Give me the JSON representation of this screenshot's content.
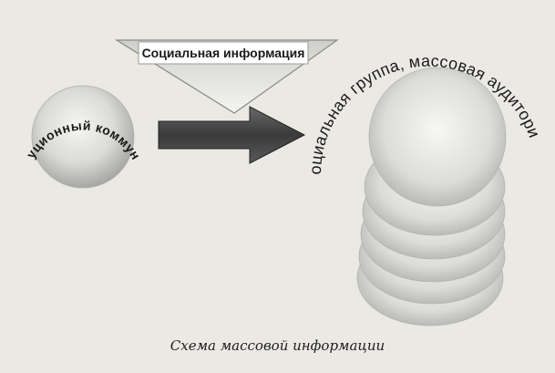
{
  "diagram": {
    "source_label": "Институционный коммуникатор",
    "channel_label": "Социальная информация",
    "target_label": "Социальная группа, массовая аудитория",
    "caption": "Схема массовой информации",
    "audience_layers": 6
  },
  "colors": {
    "background": "#ebe9e4",
    "ink": "#1a1a1a",
    "arrow": "#4a4a4a"
  }
}
